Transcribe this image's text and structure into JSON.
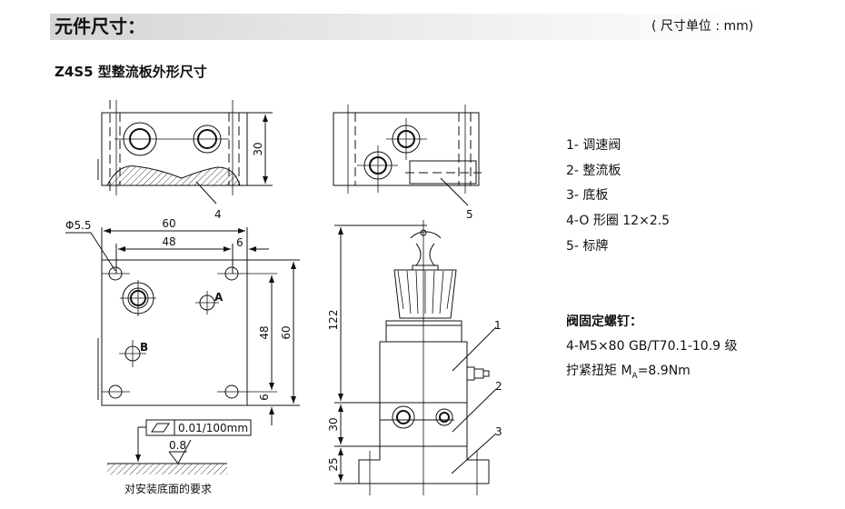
{
  "header": {
    "title": "元件尺寸：",
    "unit": "( 尺寸单位 : mm)"
  },
  "subtitle": "Z4S5 型整流板外形尺寸",
  "drawing": {
    "top_left": {
      "dim_height": "30",
      "callout_4": "4"
    },
    "plate": {
      "dim_60": "60",
      "dim_48": "48",
      "dim_6": "6",
      "hole": "Φ5.5",
      "port_a": "A",
      "port_b": "B",
      "dim_v48": "48",
      "dim_v60": "60",
      "dim_v6": "6"
    },
    "flatness": {
      "tolerance": "0.01/100mm",
      "roughness": "0.8",
      "caption": "对安装底面的要求"
    },
    "top_right": {
      "callout_5": "5"
    },
    "front": {
      "dim_122": "122",
      "dim_30": "30",
      "dim_25": "25",
      "callout_1": "1",
      "callout_2": "2",
      "callout_3": "3"
    }
  },
  "legend": {
    "items": [
      "1- 调速阀",
      "2- 整流板",
      "3- 底板",
      "4-O 形圈 12×2.5",
      "5- 标牌"
    ],
    "bolts_title": "阀固定螺钉：",
    "bolts_spec": "4-M5×80  GB/T70.1-10.9 级",
    "torque_prefix": "拧紧扭矩 M",
    "torque_sub": "A",
    "torque_value": "=8.9Nm"
  }
}
